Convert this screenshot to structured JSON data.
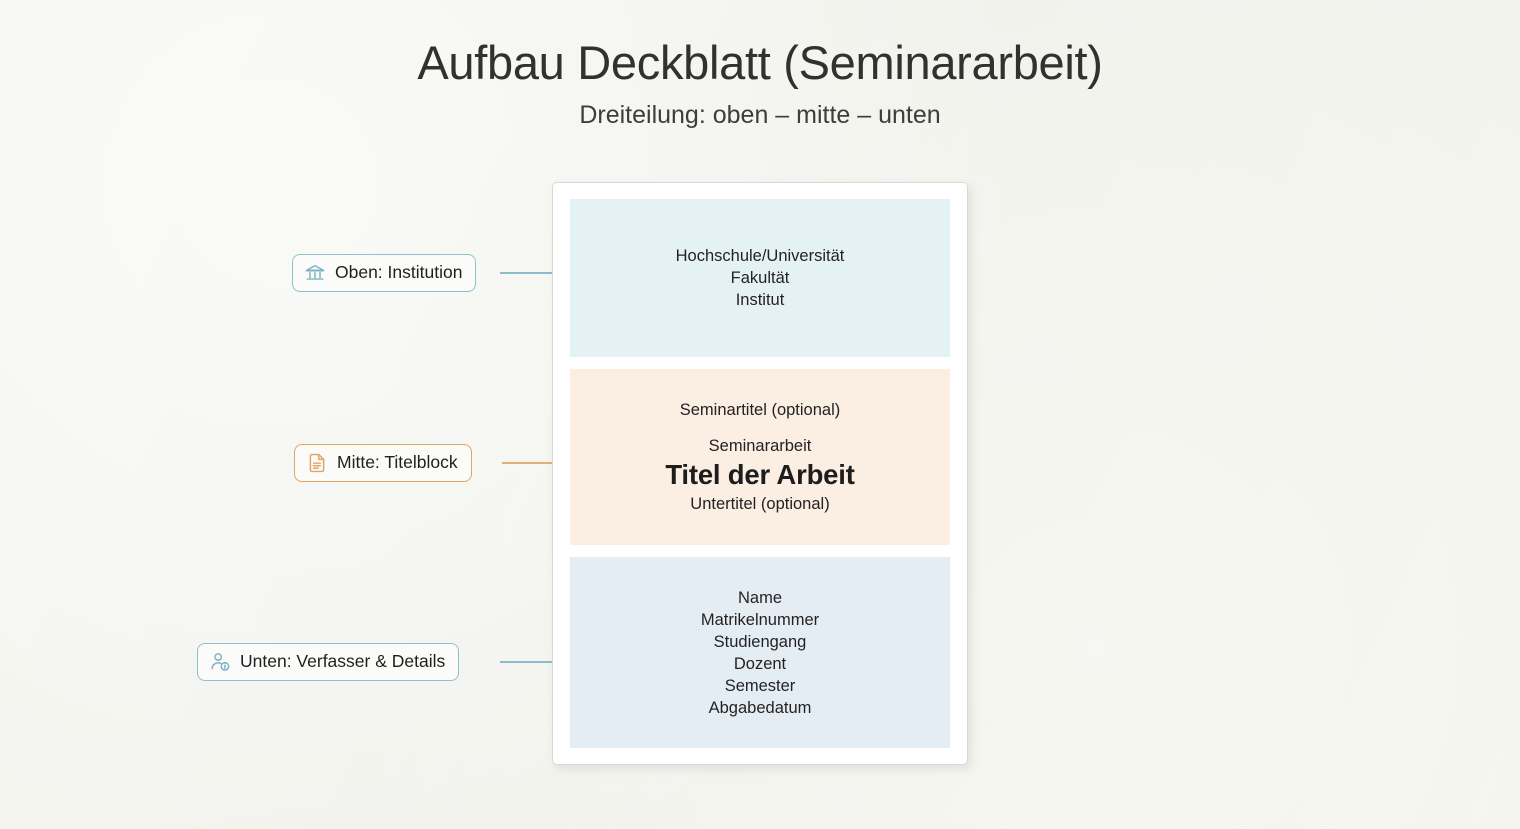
{
  "header": {
    "title": "Aufbau Deckblatt (Seminararbeit)",
    "subtitle": "Dreiteilung: oben – mitte – unten"
  },
  "colors": {
    "page_background": "#f3f3ee",
    "card_background": "#ffffff",
    "card_border": "#d8d8d8",
    "section_top_bg": "#e5f2f5",
    "section_middle_bg": "#fbeee2",
    "section_bottom_bg": "#e5edf4",
    "accent_teal": "#7fb3c4",
    "accent_amber": "#e0a564",
    "text": "#232323"
  },
  "callouts": [
    {
      "id": "top",
      "label": "Oben: Institution",
      "icon": "institution-bank-icon",
      "accent": "#8fc0cd"
    },
    {
      "id": "middle",
      "label": "Mitte: Titelblock",
      "icon": "document-text-icon",
      "accent": "#e0a564"
    },
    {
      "id": "bottom",
      "label": "Unten: Verfasser & Details",
      "icon": "user-info-icon",
      "accent": "#8fc0cd"
    }
  ],
  "document": {
    "sections": [
      {
        "id": "top",
        "name": "institution-block",
        "lines": [
          {
            "text": "Hochschule/Universität",
            "emphasis": "normal"
          },
          {
            "text": "Fakultät",
            "emphasis": "normal"
          },
          {
            "text": "Institut",
            "emphasis": "normal"
          }
        ]
      },
      {
        "id": "middle",
        "name": "title-block",
        "lines": [
          {
            "text": "Seminartitel (optional)",
            "emphasis": "normal"
          },
          {
            "text": "Seminararbeit",
            "emphasis": "normal"
          },
          {
            "text": "Titel der Arbeit",
            "emphasis": "bold-large"
          },
          {
            "text": "Untertitel (optional)",
            "emphasis": "normal"
          }
        ]
      },
      {
        "id": "bottom",
        "name": "author-details-block",
        "lines": [
          {
            "text": "Name",
            "emphasis": "normal"
          },
          {
            "text": "Matrikelnummer",
            "emphasis": "normal"
          },
          {
            "text": "Studiengang",
            "emphasis": "normal"
          },
          {
            "text": "Dozent",
            "emphasis": "normal"
          },
          {
            "text": "Semester",
            "emphasis": "normal"
          },
          {
            "text": "Abgabedatum",
            "emphasis": "normal"
          }
        ]
      }
    ]
  }
}
